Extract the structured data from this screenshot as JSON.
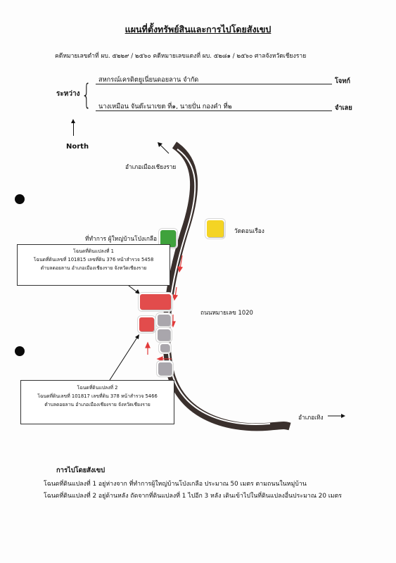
{
  "document": {
    "title": "แผนที่ตั้งทรัพย์สินและการไปโดยสังเขป",
    "case_line": "คดีหมายเลขดำที่  ผบ. ๕๒๒๙ / ๒๕๖๐ คดีหมายเลขแดงที่  ผบ. ๕๒๘๑ / ๒๕๖๐   ศาลจังหวัดเชียงราย",
    "between_label": "ระหว่าง",
    "plaintiff": "สหกรณ์เครดิตยูเนี่ยนดอยลาน จำกัด",
    "plaintiff_role": "โจทก์",
    "defendant": "นางเหมือน จันต๊ะนาเขต ที่๑, นายปั่น กองคำ ที่๒",
    "defendant_role": "จำเลย",
    "north_label": "North"
  },
  "map": {
    "label_district_top": "อำเภอเมืองเชียงราย",
    "label_temple": "วัดดอนเรือง",
    "label_headman_office": "ที่ทำการ ผู้ใหญ่บ้านโป่งเกลือ",
    "label_road": "ถนนหมายเลข 1020",
    "label_district_bottom": "อำเภอเทิง",
    "plot1": {
      "line1": "โฉนดที่ดินแปลงที่ 1",
      "line2": "โฉนดที่ดินเลขที่ 101815 เลขที่ดิน 376 หน้าสำรวจ 5458",
      "line3": "ตำบลดอยลาน  อำเภอเมืองเชียงราย  จังหวัดเชียงราย"
    },
    "plot2": {
      "line1": "โฉนดที่ดินแปลงที่ 2",
      "line2": "โฉนดที่ดินเลขที่ 101817 เลขที่ดิน 378 หน้าสำรวจ 5466",
      "line3": "ตำบลดอยลาน  อำเภอเมืองเชียงราย  จังหวัดเชียงราย"
    },
    "colors": {
      "road": "#3a302d",
      "headman_office": "#3fa23c",
      "temple": "#f4d424",
      "plot": "#e24c4c",
      "house": "#a9a6ac",
      "arrow": "#e23a3a"
    }
  },
  "directions": {
    "title": "การไปโดยสังเขป",
    "line1": "โฉนดที่ดินแปลงที่ 1 อยู่ห่างจาก ที่ทำการผู้ใหญ่บ้านโป่งเกลือ ประมาณ 50 เมตร ตามถนนในหมู่บ้าน",
    "line2": "โฉนดที่ดินแปลงที่ 2 อยู่ด้านหลัง ถัดจากที่ดินแปลงที่ 1 ไปอีก 3 หลัง เดินเข้าไปในที่ดินแปลงอื่นประมาณ 20 เมตร"
  }
}
